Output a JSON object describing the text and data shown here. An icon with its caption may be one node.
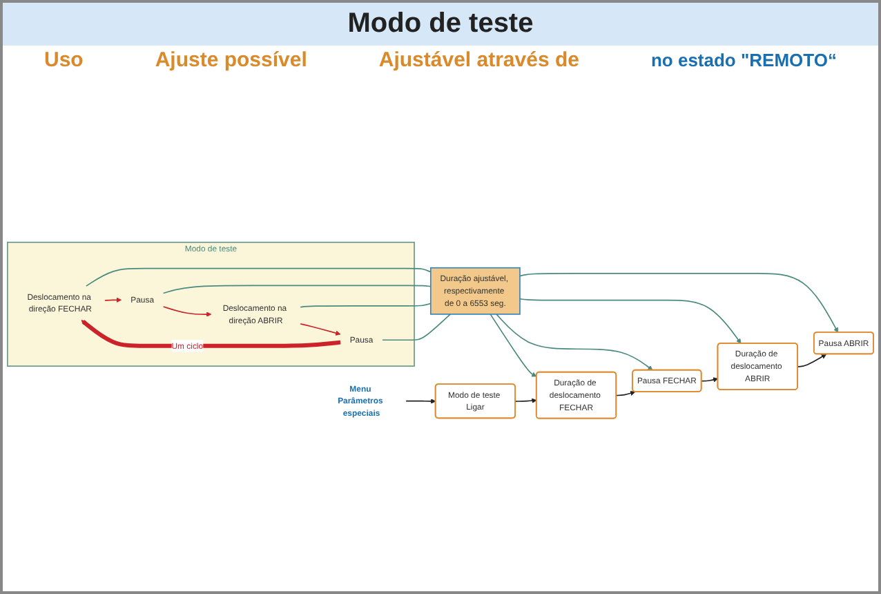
{
  "diagram": {
    "title": "Modo de teste",
    "nodes": [
      {
        "text": [
          "Modo de teste"
        ]
      },
      {
        "text": [
          "Deslocamento na direção FECHAR"
        ],
        "in": 0
      },
      {
        "text": [
          "Pausa"
        ],
        "in": 0
      },
      {
        "text": [
          "Deslocamento na direção ABRIR"
        ],
        "in": 0
      },
      {
        "text": [
          "Pausa"
        ],
        "in": 0
      },
      {
        "text": [
          "Duração ajustável, respectivamente de 0 a 6553 seg."
        ]
      },
      {
        "text": [
          "Menu Parâmetros especiais"
        ]
      },
      {
        "text": [
          "Modo de teste Ligar"
        ]
      },
      {
        "text": [
          "Duração de deslocamento FECHAR"
        ]
      },
      {
        "text": [
          "Pausa FECHAR"
        ]
      },
      {
        "text": [
          "Duração de deslocamento ABRIR"
        ]
      },
      {
        "text": [
          "Pausa ABRIR"
        ]
      }
    ],
    "edges": [
      {
        "from": 1,
        "to": 2,
        "arrow": "to",
        "color": "#cc2229"
      },
      {
        "from": 2,
        "to": 3,
        "arrow": "to",
        "color": "#cc2229"
      },
      {
        "from": 3,
        "to": 4,
        "arrow": "to",
        "color": "#cc2229"
      },
      {
        "from": 4,
        "to": 1,
        "arrow": "to",
        "label": "Um ciclo",
        "style": "thick",
        "color": "#cc2229"
      },
      {
        "from": 1,
        "to": 5,
        "arrow": "none"
      },
      {
        "from": 2,
        "to": 5,
        "arrow": "none"
      },
      {
        "from": 3,
        "to": 5,
        "arrow": "none"
      },
      {
        "from": 4,
        "to": 5,
        "arrow": "none"
      },
      {
        "from": 5,
        "to": 8,
        "arrow": "to"
      },
      {
        "from": 5,
        "to": 9,
        "arrow": "to"
      },
      {
        "from": 5,
        "to": 10,
        "arrow": "to"
      },
      {
        "from": 5,
        "to": 11,
        "arrow": "to"
      },
      {
        "from": 6,
        "to": 7,
        "arrow": "to",
        "color": "#222222"
      },
      {
        "from": 7,
        "to": 8,
        "arrow": "to",
        "color": "#222222"
      },
      {
        "from": 8,
        "to": 9,
        "arrow": "to",
        "color": "#222222"
      },
      {
        "from": 9,
        "to": 10,
        "arrow": "to",
        "color": "#222222"
      },
      {
        "from": 10,
        "to": 11,
        "arrow": "to",
        "color": "#222222"
      }
    ],
    "labels": [
      "Uso",
      "Ajuste possível",
      "Ajustável através de",
      "no estado \"REMOTO“"
    ]
  }
}
